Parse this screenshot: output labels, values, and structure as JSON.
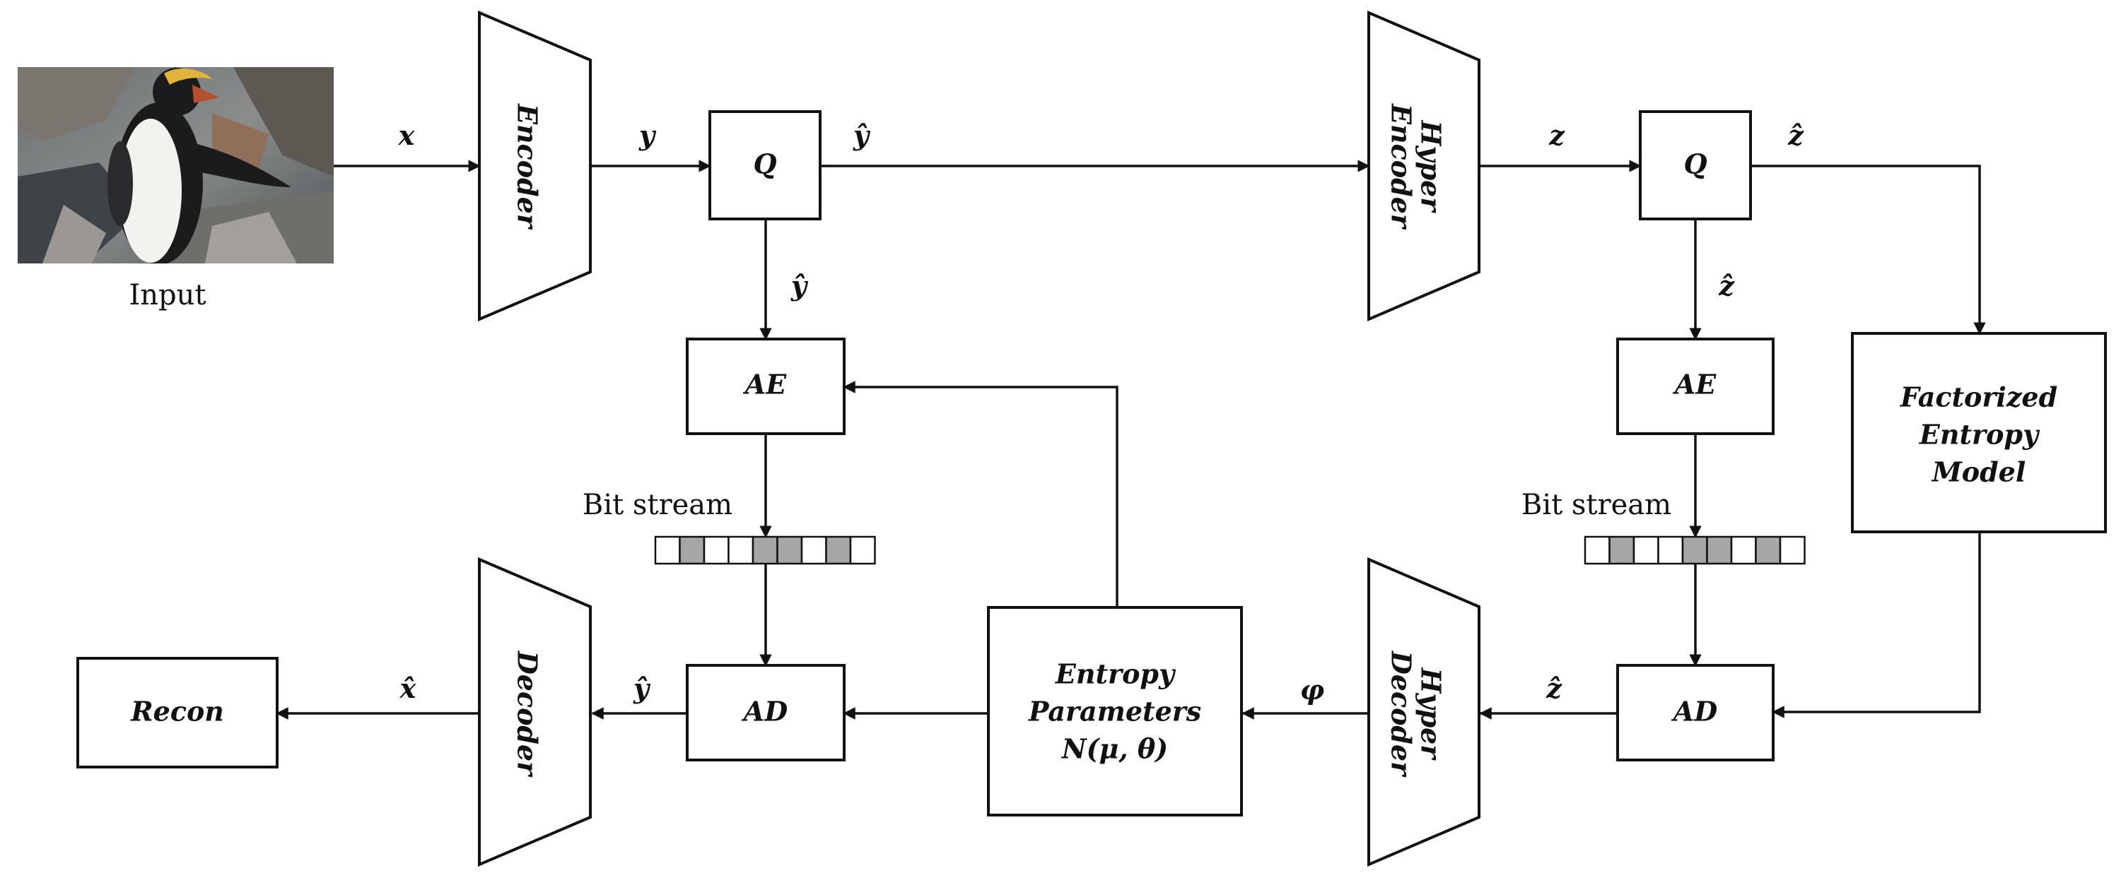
{
  "input_caption": "Input",
  "bitstream_caption": "Bit stream",
  "blocks": {
    "encoder": "Encoder",
    "decoder": "Decoder",
    "hyper_encoder": [
      "Hyper",
      "Encoder"
    ],
    "hyper_decoder": [
      "Hyper",
      "Decoder"
    ],
    "q": "Q",
    "ae": "AE",
    "ad": "AD",
    "recon": "Recon",
    "factorized": [
      "Factorized",
      "Entropy",
      "Model"
    ],
    "entropy_params": [
      "Entropy",
      "Parameters",
      "N(μ, θ)"
    ]
  },
  "signals": {
    "x": "x",
    "y": "y",
    "y_hat": "ŷ",
    "z": "z",
    "z_hat": "ẑ",
    "x_hat": "x̂",
    "phi": "φ"
  },
  "bitstream_pattern": [
    0,
    1,
    0,
    0,
    1,
    1,
    0,
    1,
    0
  ],
  "colors": {
    "bit_filled": "#a6a6a6",
    "bit_empty": "#ffffff",
    "stroke": "#111111"
  }
}
